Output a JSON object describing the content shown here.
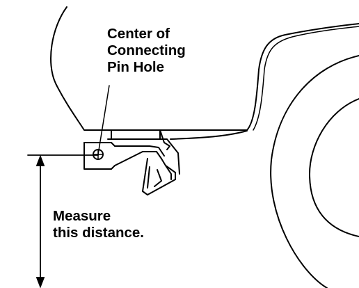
{
  "diagram": {
    "pin_label_lines": [
      "Center of",
      "Connecting",
      "Pin Hole"
    ],
    "measure_label_lines": [
      "Measure",
      "this distance."
    ],
    "stroke_color": "#000000",
    "background_color": "#ffffff"
  }
}
